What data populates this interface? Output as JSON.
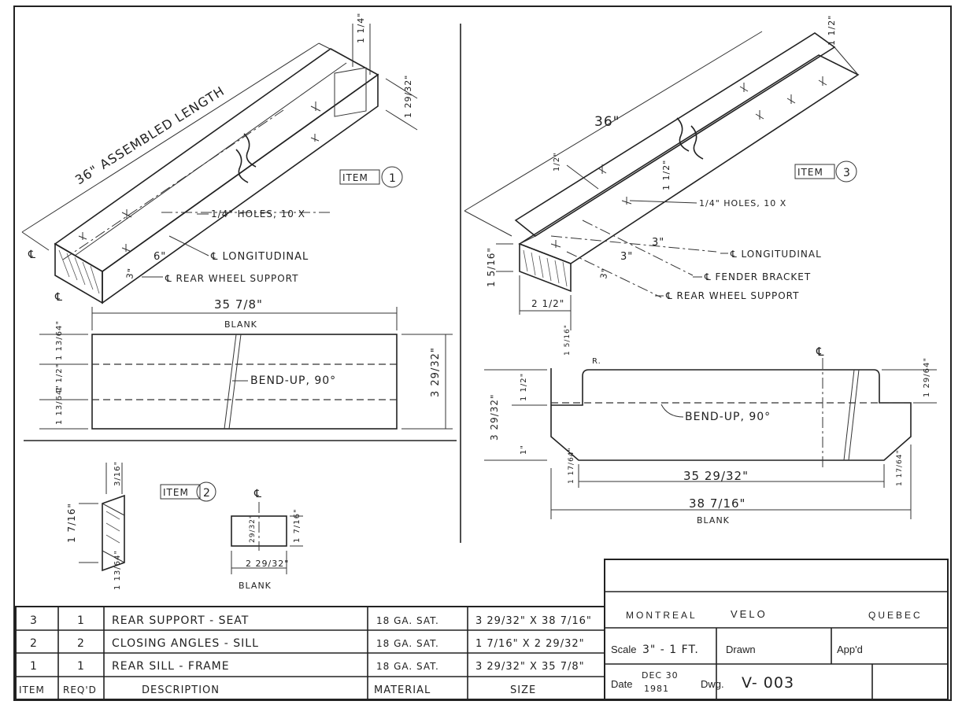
{
  "items": {
    "item1_tag": "ITEM",
    "item1_num": "1",
    "item2_tag": "ITEM",
    "item2_num": "2",
    "item3_tag": "ITEM",
    "item3_num": "3"
  },
  "item1": {
    "assembled_length": "36\" ASSEMBLED LENGTH",
    "dim_top": "1 1/4\"",
    "dim_side": "1 29/32\"",
    "holes": "1/4\" HOLES, 10 X",
    "dim_six": "6\"",
    "dim_three": "3\"",
    "center_label": "℄",
    "longitudinal": "℄ LONGITUDINAL",
    "rear_wheel": "℄ REAR WHEEL SUPPORT",
    "blank_length": "35 7/8\"",
    "blank_label": "BLANK",
    "bend_note": "BEND-UP, 90°",
    "dim_width": "3 29/32\"",
    "dim_left_a": "1 13/64\"",
    "dim_left_b": "1 1/2\"",
    "dim_left_c": "1 13/64\""
  },
  "item2": {
    "dim_top": "3/16\"",
    "dim_side": "1 7/16\"",
    "dim_bottom": "1 13/64\"",
    "center_label": "℄",
    "blank_width": "2 29/32\"",
    "blank_height": "1 7/16\"",
    "blank_inner": "29/32\"",
    "blank_label": "BLANK"
  },
  "item3": {
    "dim_36": "36\"",
    "dim_top": "1 1/2\"",
    "dim_hole_dist": "1 1/2\"",
    "dim_half": "1/2\"",
    "holes": "1/4\" HOLES, 10 X",
    "longitudinal": "℄ LONGITUDINAL",
    "fender": "℄ FENDER BRACKET",
    "rear_wheel": "℄ REAR WHEEL SUPPORT",
    "dim_3a": "3\"",
    "dim_3b": "3\"",
    "dim_3c": "3\"",
    "dim_height": "1 5/16\"",
    "dim_width": "2 1/2\"",
    "dim_flange": "1 5/16\"",
    "radius": "R.",
    "center_label": "℄",
    "bend_note": "BEND-UP, 90°",
    "dim_total_h": "3 29/32\"",
    "dim_top_h": "1 1/2\"",
    "dim_bot_h": "1\"",
    "dim_right": "1 29/64\"",
    "dim_left_bot": "1 17/64\"",
    "dim_right_bot": "1 17/64\"",
    "dim_middle": "35 29/32\"",
    "dim_total": "38 7/16\"",
    "blank_label": "BLANK"
  },
  "bom": {
    "header": [
      "ITEM",
      "REQ'D",
      "DESCRIPTION",
      "MATERIAL",
      "SIZE"
    ],
    "rows": [
      [
        "3",
        "1",
        "REAR SUPPORT - SEAT",
        "18 GA. SAT.",
        "3 29/32\" X 38 7/16\""
      ],
      [
        "2",
        "2",
        "CLOSING ANGLES - SILL",
        "18 GA. SAT.",
        "1 7/16\" X 2 29/32\""
      ],
      [
        "1",
        "1",
        "REAR SILL - FRAME",
        "18 GA. SAT.",
        "3 29/32\" X 35 7/8\""
      ]
    ]
  },
  "title_block": {
    "city_left": "MONTREAL",
    "company": "VELO",
    "city_right": "QUEBEC",
    "scale_label": "Scale",
    "scale_value": "3\" - 1 FT.",
    "drawn_label": "Drawn",
    "appd_label": "App'd",
    "date_label": "Date",
    "date_line1": "DEC 30",
    "date_line2": "1981",
    "dwg_label": "Dwg.",
    "dwg_value": "V- 003"
  }
}
